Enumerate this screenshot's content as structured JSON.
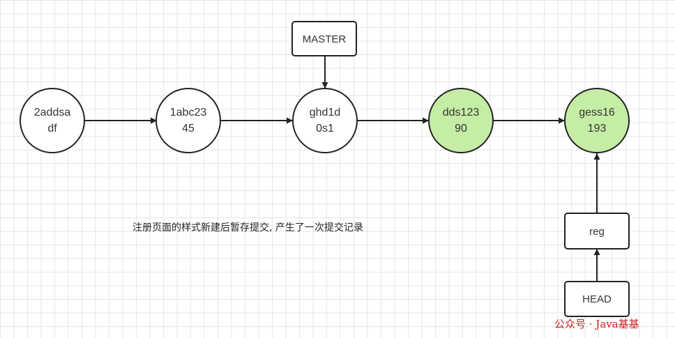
{
  "colors": {
    "node_fill": "#ffffff",
    "node_highlight_fill": "#c5eda5",
    "stroke": "#222222",
    "watermark": "#cc2222"
  },
  "nodes": [
    {
      "id": "2addsadf",
      "line1": "2addsa",
      "line2": "df",
      "highlight": false
    },
    {
      "id": "1abc2345",
      "line1": "1abc23",
      "line2": "45",
      "highlight": false
    },
    {
      "id": "ghd1d0s1",
      "line1": "ghd1d",
      "line2": "0s1",
      "highlight": false
    },
    {
      "id": "dds12390",
      "line1": "dds123",
      "line2": "90",
      "highlight": true
    },
    {
      "id": "gess16193",
      "line1": "gess16",
      "line2": "193",
      "highlight": true
    }
  ],
  "boxes": [
    {
      "id": "master",
      "label": "MASTER"
    },
    {
      "id": "reg",
      "label": "reg"
    },
    {
      "id": "head",
      "label": "HEAD"
    }
  ],
  "caption": "注册页面的样式新建后暂存提交, 产生了一次提交记录",
  "watermark": "公众号 · Java基基"
}
